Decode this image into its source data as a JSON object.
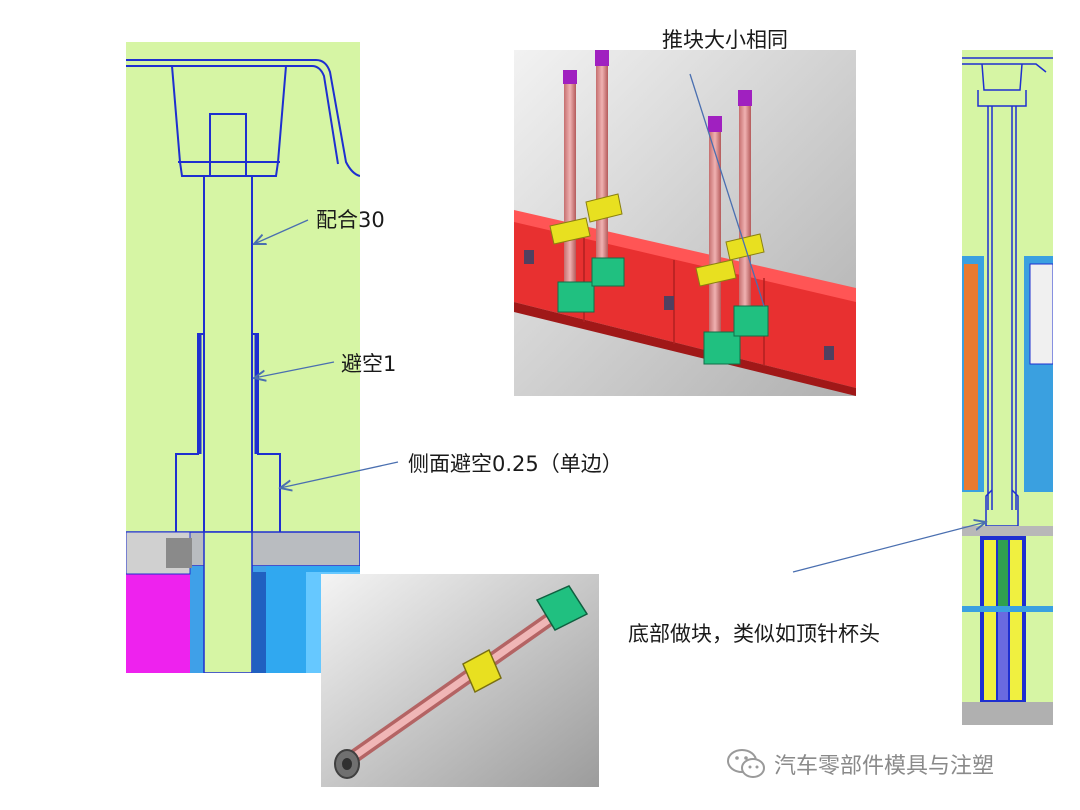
{
  "annotations": {
    "fit_30": "配合30",
    "clearance_1": "避空1",
    "side_clearance": "侧面避空0.25（单边）",
    "same_size": "推块大小相同",
    "bottom_block": "底部做块，类似如顶针杯头"
  },
  "watermark": {
    "icon": "wechat-icon",
    "text": "汽车零部件模具与注塑"
  },
  "colors": {
    "cad_background": "#d6f5a4",
    "cad_line": "#1e2fd0",
    "arrow": "#4a6fb0",
    "plate_gray": "#b8b8b8",
    "magenta": "#ee22ee",
    "rod_pink": "#e8a0a0",
    "block_yellow": "#e8e020",
    "block_green": "#20c080",
    "plate_red": "#e83030"
  }
}
